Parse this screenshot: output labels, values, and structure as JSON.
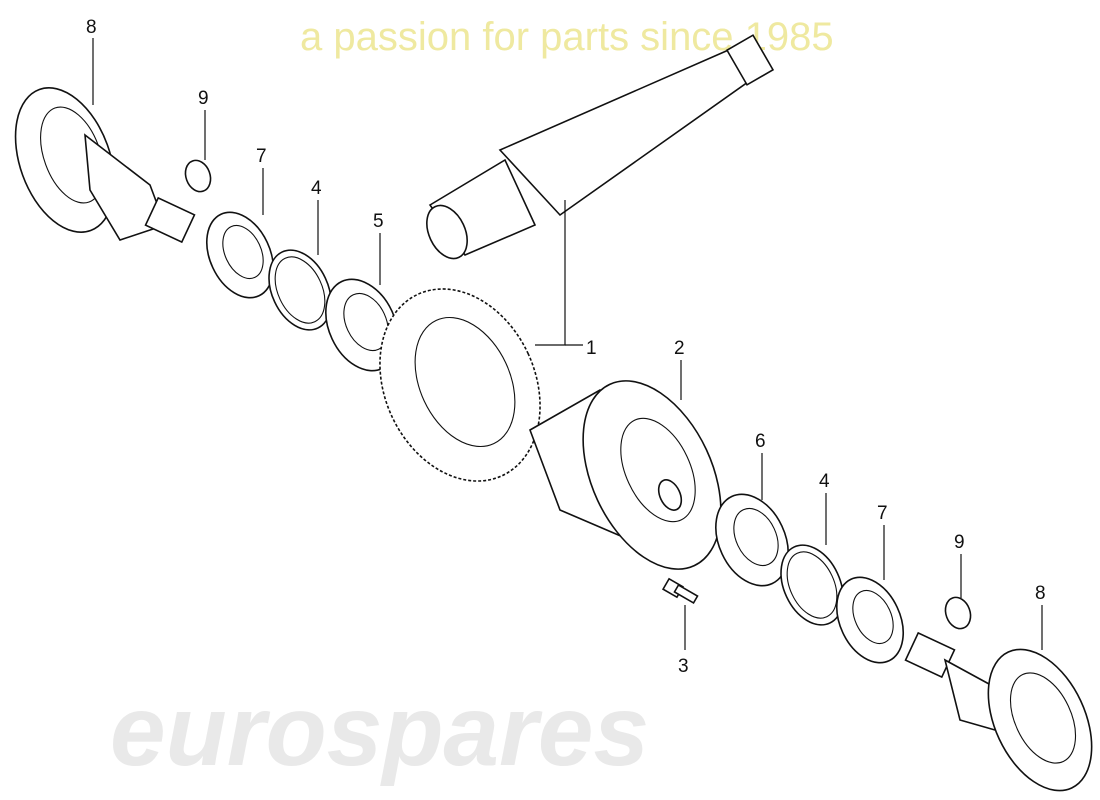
{
  "watermark": {
    "brand": "eurospares",
    "tagline": "a passion for parts since 1985"
  },
  "callouts": [
    {
      "id": "c8a",
      "label": "8"
    },
    {
      "id": "c9a",
      "label": "9"
    },
    {
      "id": "c7a",
      "label": "7"
    },
    {
      "id": "c4a",
      "label": "4"
    },
    {
      "id": "c5",
      "label": "5"
    },
    {
      "id": "c1",
      "label": "1"
    },
    {
      "id": "c2",
      "label": "2"
    },
    {
      "id": "c6",
      "label": "6"
    },
    {
      "id": "c4b",
      "label": "4"
    },
    {
      "id": "c7b",
      "label": "7"
    },
    {
      "id": "c9b",
      "label": "9"
    },
    {
      "id": "c8b",
      "label": "8"
    },
    {
      "id": "c3",
      "label": "3"
    }
  ]
}
